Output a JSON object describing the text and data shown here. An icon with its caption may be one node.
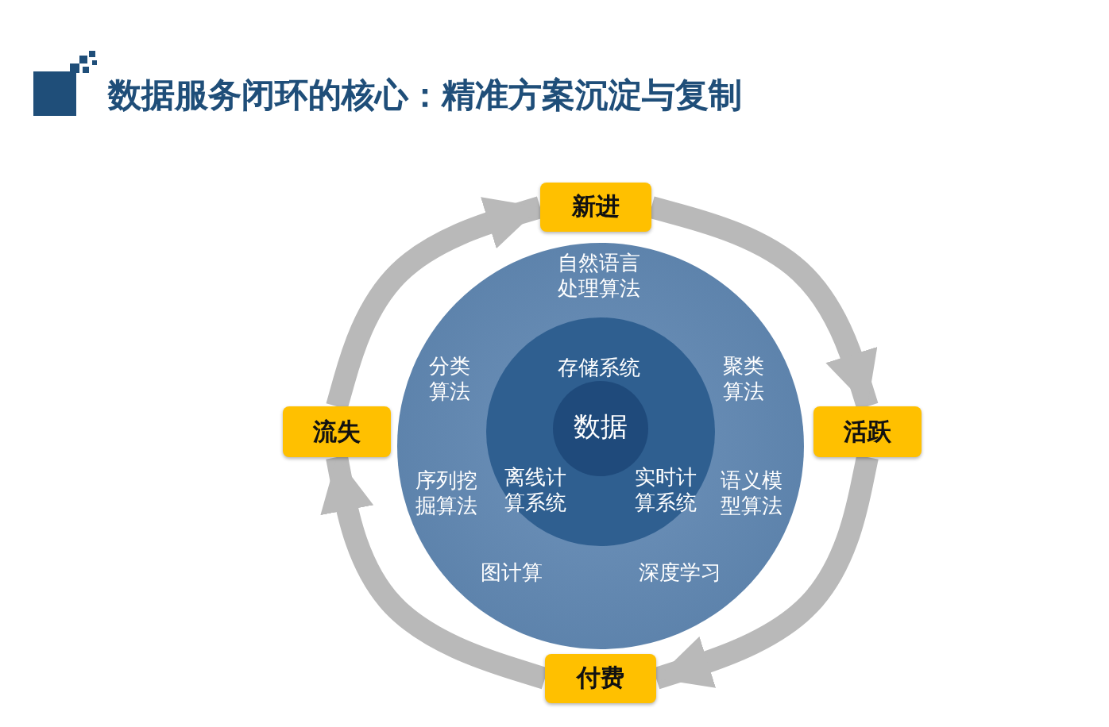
{
  "diagram": {
    "title": "数据服务闭环的核心：精准方案沉淀与复制",
    "nodes": [
      {
        "text": [
          "自然语言处理算法",
          "分类算法",
          "聚类算法",
          "序列挖掘算法",
          "语义模型算法",
          "图计算",
          "深度学习"
        ]
      },
      {
        "text": [
          "存储系统",
          "离线计算系统",
          "实时计算系统"
        ],
        "in": 0
      },
      {
        "text": [
          "数据"
        ],
        "in": 1
      },
      {
        "text": [
          "新进"
        ]
      },
      {
        "text": [
          "活跃"
        ]
      },
      {
        "text": [
          "付费"
        ]
      },
      {
        "text": [
          "流失"
        ]
      }
    ],
    "edges": [
      {
        "from": 3,
        "to": 4,
        "arrow": "to"
      },
      {
        "from": 4,
        "to": 5,
        "arrow": "to"
      },
      {
        "from": 5,
        "to": 6,
        "arrow": "to"
      },
      {
        "from": 6,
        "to": 3,
        "arrow": "to"
      }
    ]
  }
}
